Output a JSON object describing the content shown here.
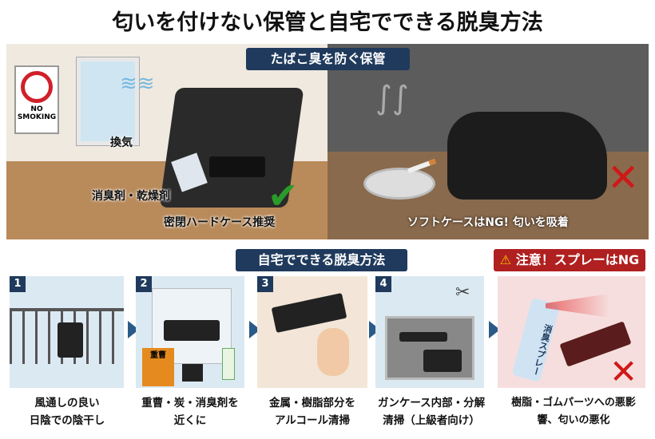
{
  "title": "匂いを付けない保管と自宅でできる脱臭方法",
  "storage": {
    "banner": "たばこ臭を防ぐ保管",
    "sign": "NO SMOKING",
    "ventilation": "換気",
    "deodorant": "消臭剤・乾燥剤",
    "hard_case": "密閉ハードケース推奨",
    "soft_case": "ソフトケースはNG! 匂いを吸着"
  },
  "methods": {
    "banner": "自宅でできる脱臭方法",
    "warning": "注意！スプレーはNG",
    "spray_label": "消臭スプレー",
    "box_label": "重曹",
    "steps": [
      {
        "num": "1",
        "line1": "風通しの良い",
        "line2": "日陰での陰干し"
      },
      {
        "num": "2",
        "line1": "重曹・炭・消臭剤を",
        "line2": "近くに"
      },
      {
        "num": "3",
        "line1": "金属・樹脂部分を",
        "line2": "アルコール清掃"
      },
      {
        "num": "4",
        "line1": "ガンケース内部・分解",
        "line2": "清掃（上級者向け）"
      },
      {
        "line1": "樹脂・ゴムパーツへの悪影",
        "line2": "響、匂いの悪化"
      }
    ]
  }
}
